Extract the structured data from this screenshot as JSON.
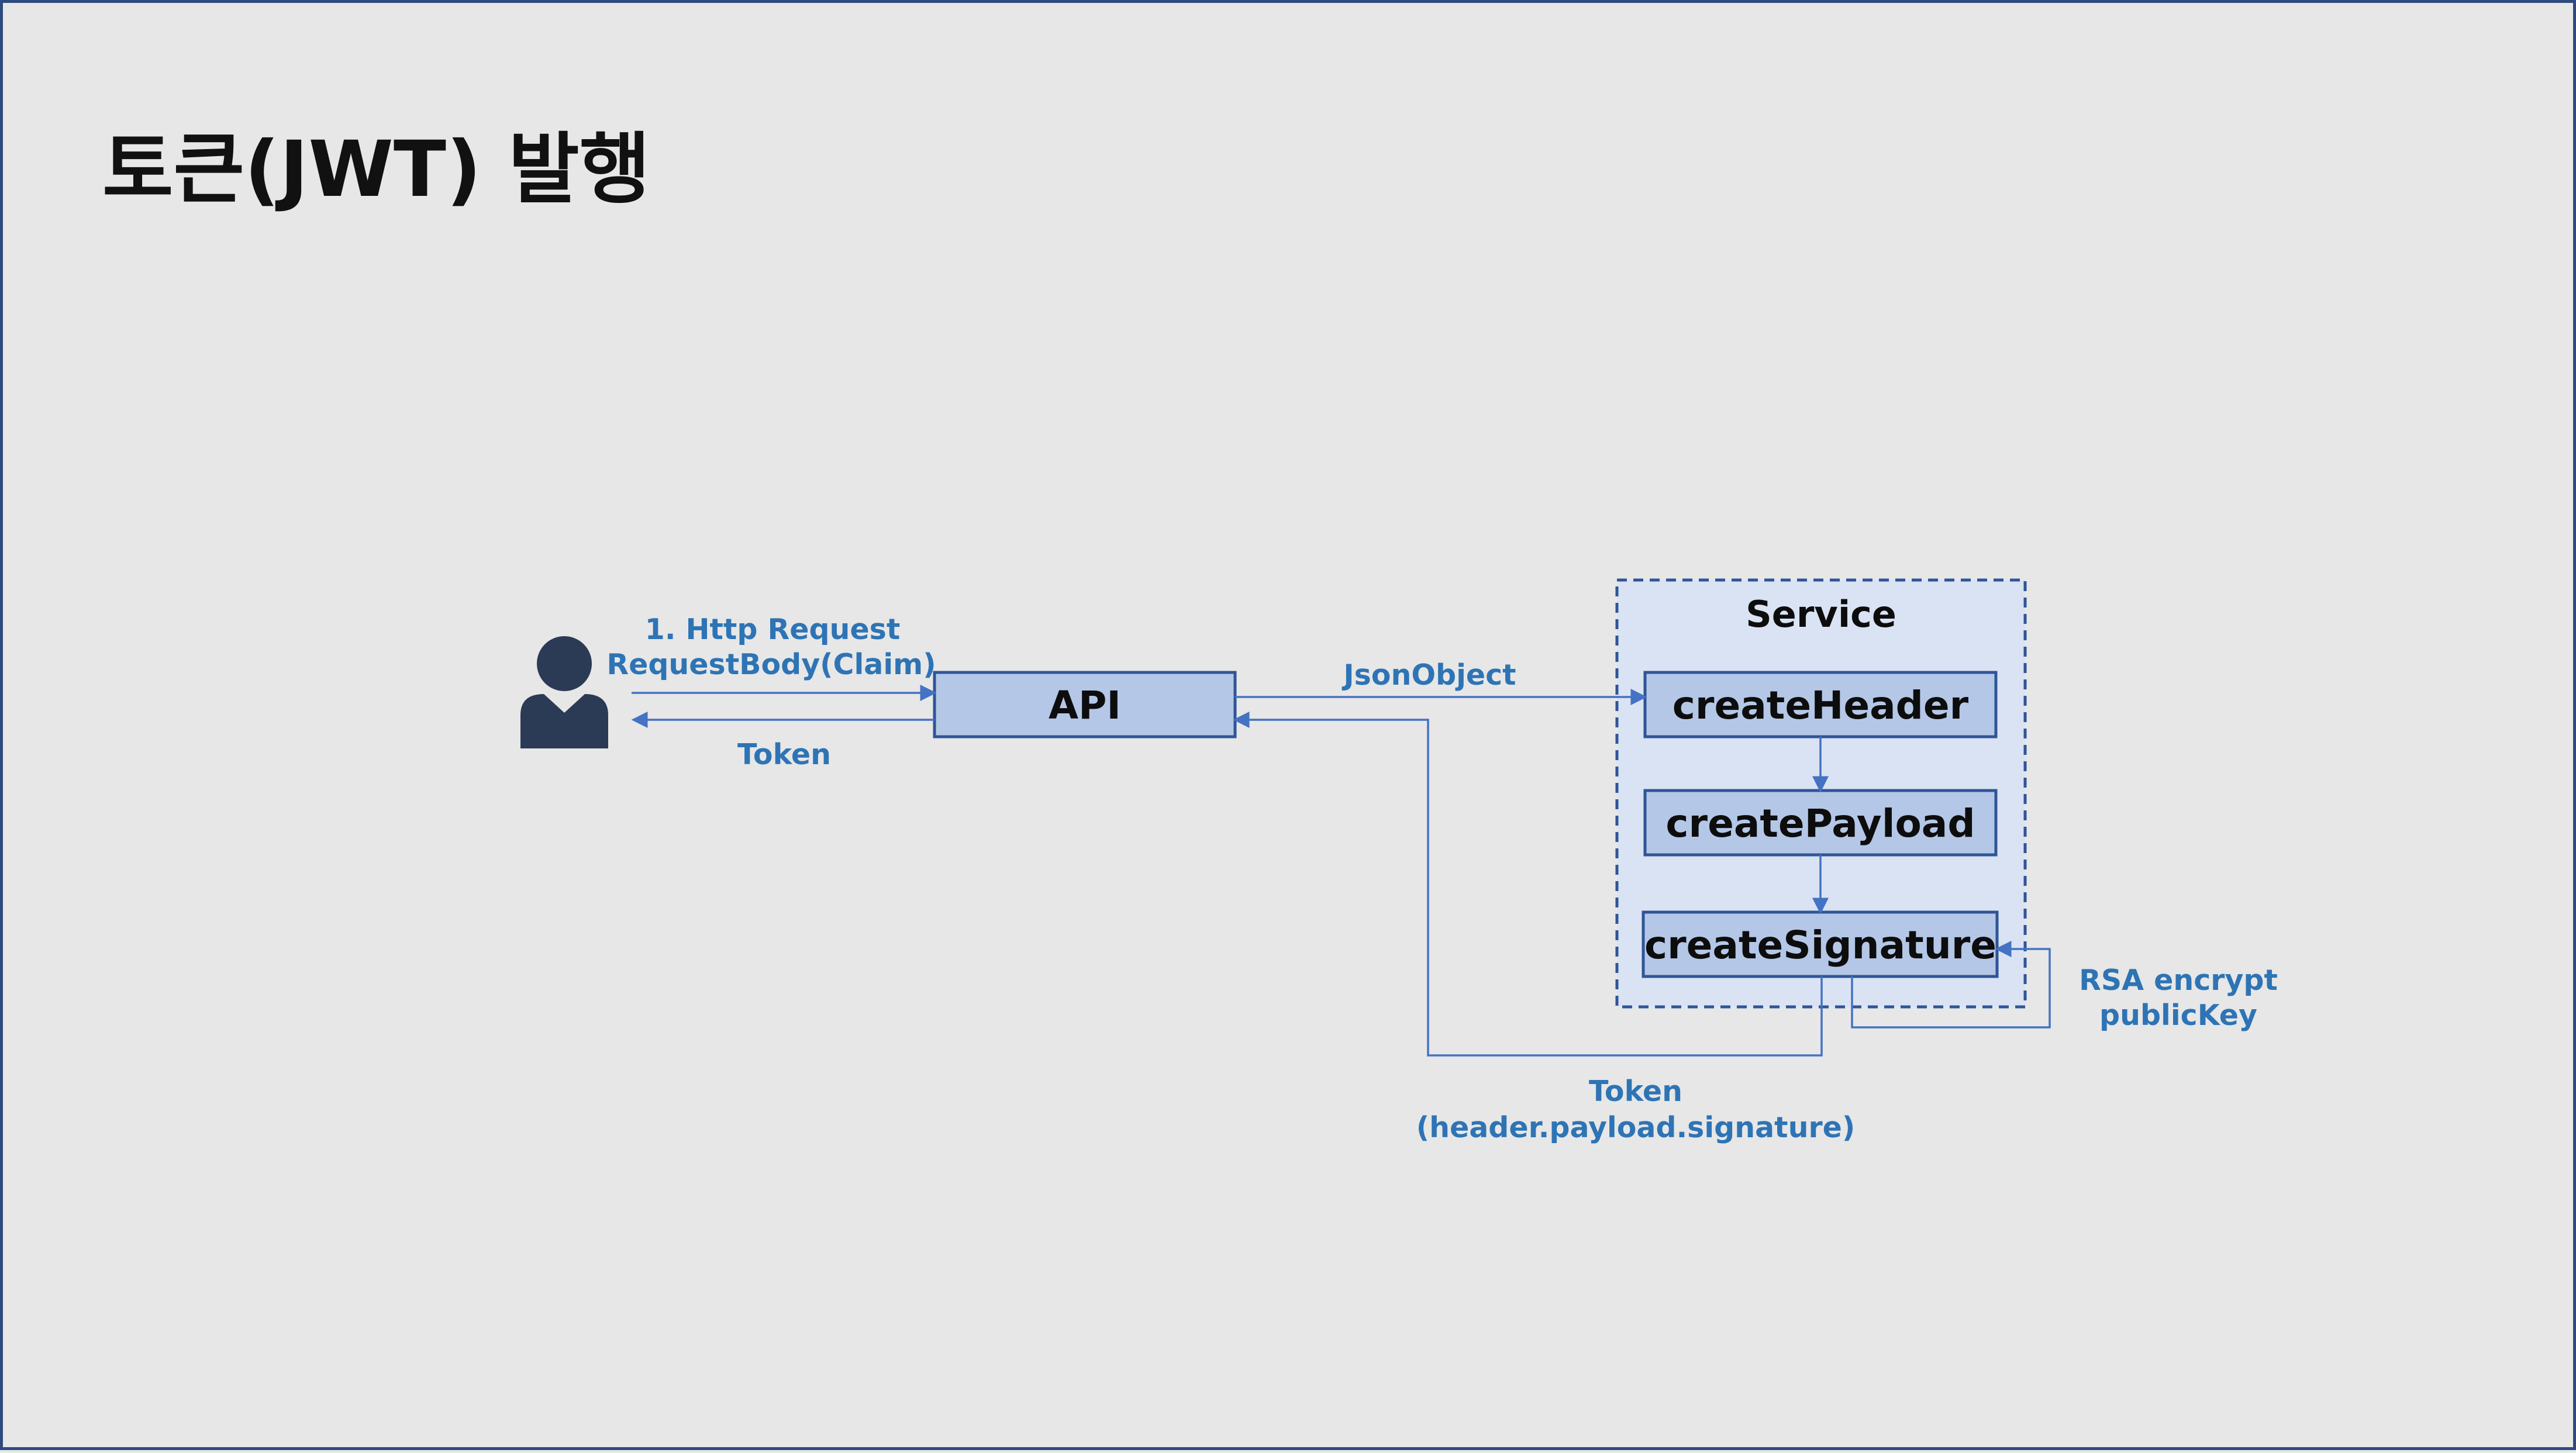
{
  "title": "토큰(JWT) 발행",
  "actor": {
    "icon": "user-icon"
  },
  "nodes": {
    "api": "API",
    "service": "Service",
    "create_header": "createHeader",
    "create_payload": "createPayload",
    "create_signature": "createSignature"
  },
  "edges": {
    "request_line1": "1. Http Request",
    "request_line2": "RequestBody(Claim)",
    "token_response": "Token",
    "json_object": "JsonObject",
    "rsa_line1": "RSA encrypt",
    "rsa_line2": "publicKey",
    "token_return_line1": "Token",
    "token_return_line2": "(header.payload.signature)"
  },
  "colors": {
    "background": "#e7e7e7",
    "node_fill": "#b4c7e7",
    "node_stroke": "#2f5597",
    "service_fill": "#dae3f3",
    "arrow": "#4472c4",
    "edge_text": "#2e74b5",
    "actor": "#2b3a55"
  }
}
